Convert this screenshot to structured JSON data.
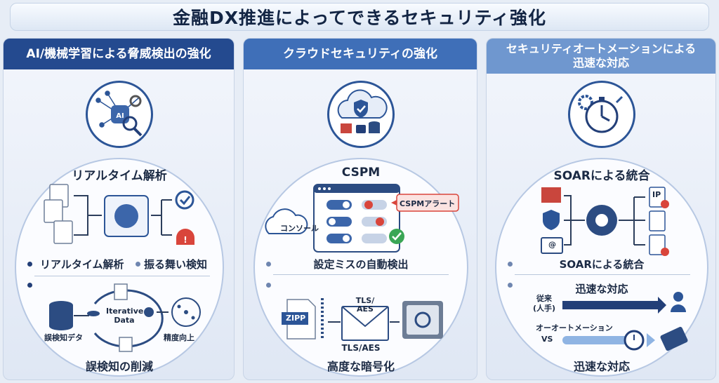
{
  "title": "金融DX推進によってできるセキュリティ強化",
  "col1": {
    "header": "AI/機械学習による脅威検出の強化",
    "top_label": "リアルタイム解析",
    "bullet1": "リアルタイム解析",
    "bullet1b": "振る舞い検知",
    "loop_center": "Iterative Data",
    "db_label": "誤検知デタ",
    "brain_label": "精度向上",
    "bottom_label": "誤検知の削減"
  },
  "col2": {
    "header": "クラウドセキュリティの強化",
    "top_label": "CSPM",
    "cloud_label": "コンソール",
    "alert_label": "CSPMアラート",
    "bullet1": "設定ミスの自動検出",
    "zip_label": "ZIPP",
    "envelope_label": "TLS/ AES",
    "tls_label": "TLS/AES",
    "bottom_label": "高度な暗号化"
  },
  "col3": {
    "header_line1": "セキュリティオートメーションによる",
    "header_line2": "迅速な対応",
    "top_label": "SOARによる統合",
    "file_ip": "IP",
    "mail_at": "@",
    "bullet1": "SOARによる統合",
    "speed_label": "迅速な対応",
    "traditional_line1": "従来",
    "traditional_line2": "(人手)",
    "automation_label": "オーオートメーション",
    "vs_label": "VS",
    "bottom_label": "迅速な対応"
  },
  "colors": {
    "navy": "#244a8f",
    "mid_blue": "#3f6fb8",
    "light_blue": "#6f97cf",
    "alert_red": "#d9453b",
    "ok_green": "#3aa655"
  }
}
